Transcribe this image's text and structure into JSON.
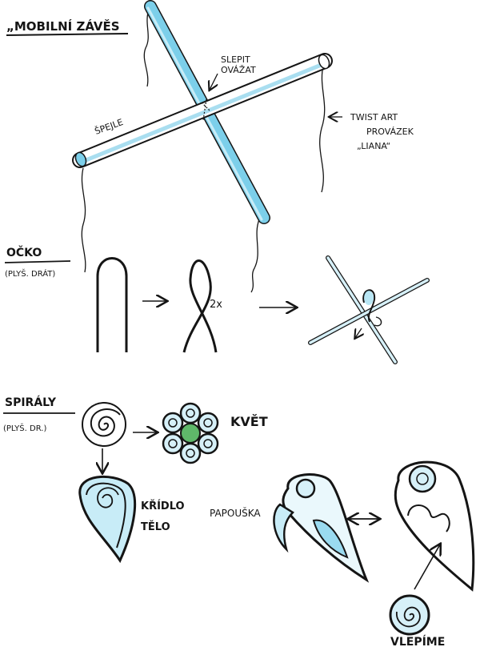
{
  "title": "„MOBILNÍ ZÁVĚS",
  "section1": {
    "glue_label_line1": "SLEPIT",
    "glue_label_line2": "OVÁŽAT",
    "stick_label": "ŠPEJLE",
    "string_label_line1": "TWIST ART",
    "string_label_line2": "PROVÁZEK",
    "string_label_line3": "„LIANA“"
  },
  "section2": {
    "heading": "OČKO",
    "subheading": "(PLYŠ. DRÁT)",
    "twist_note": "2x"
  },
  "section3": {
    "heading": "SPIRÁLY",
    "subheading": "(PLYŠ. DR.)",
    "flower_label": "KVĚT",
    "wing_label": "KŘÍDLO",
    "body_label": "TĚLO",
    "parrot_label": "PAPOUŠKA",
    "glue_in_label": "VLEPÍME"
  },
  "colors": {
    "ink": "#151515",
    "stick_blue": "#7ccfea",
    "stick_light": "#c8ecf7",
    "green_center": "#5fb86a"
  }
}
